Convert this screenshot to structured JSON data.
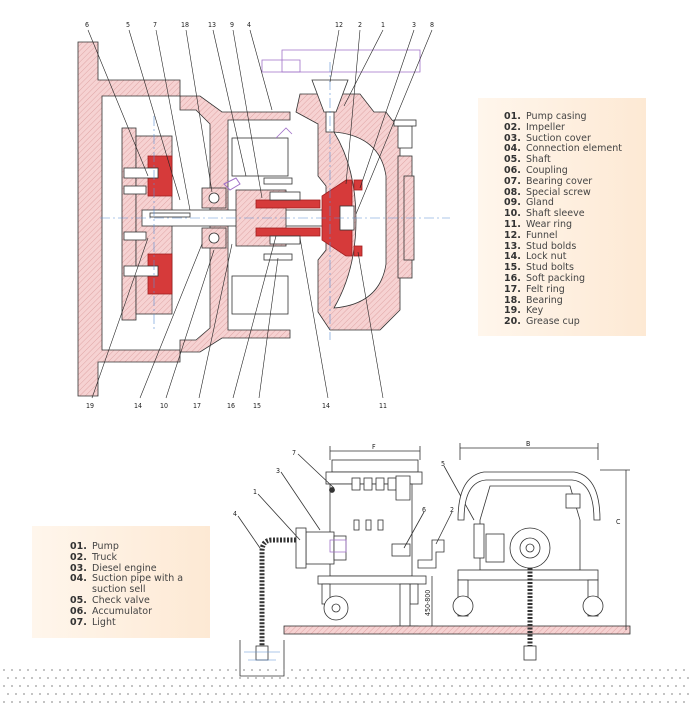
{
  "pump_section": {
    "callouts_top": [
      "6",
      "5",
      "7",
      "18",
      "13",
      "9",
      "4",
      "12",
      "2",
      "1",
      "3",
      "8"
    ],
    "callouts_bottom": [
      "19",
      "14",
      "10",
      "17",
      "16",
      "15",
      "14",
      "11"
    ],
    "legend": [
      {
        "num": "01.",
        "label": "Pump casing"
      },
      {
        "num": "02.",
        "label": "Impeller"
      },
      {
        "num": "03.",
        "label": "Suction cover"
      },
      {
        "num": "04.",
        "label": "Connection element"
      },
      {
        "num": "05.",
        "label": "Shaft"
      },
      {
        "num": "06.",
        "label": "Coupling"
      },
      {
        "num": "07.",
        "label": "Bearing cover"
      },
      {
        "num": "08.",
        "label": "Special screw"
      },
      {
        "num": "09.",
        "label": "Gland"
      },
      {
        "num": "10.",
        "label": "Shaft sleeve"
      },
      {
        "num": "11.",
        "label": "Wear ring"
      },
      {
        "num": "12.",
        "label": "Funnel"
      },
      {
        "num": "13.",
        "label": "Stud bolds"
      },
      {
        "num": "14.",
        "label": "Lock nut"
      },
      {
        "num": "15.",
        "label": "Stud bolts"
      },
      {
        "num": "16.",
        "label": "Soft packing"
      },
      {
        "num": "17.",
        "label": "Felt ring"
      },
      {
        "num": "18.",
        "label": "Bearing"
      },
      {
        "num": "19.",
        "label": "Key"
      },
      {
        "num": "20.",
        "label": "Grease cup"
      }
    ]
  },
  "truck_unit": {
    "callouts": [
      "7",
      "3",
      "1",
      "4",
      "6",
      "2",
      "5"
    ],
    "dimensions": {
      "width_label": "F",
      "depth_label": "B",
      "height_label": "C",
      "base_height": "450-800"
    },
    "legend": [
      {
        "num": "01.",
        "label": "Pump"
      },
      {
        "num": "02.",
        "label": "Truck"
      },
      {
        "num": "03.",
        "label": "Diesel engine"
      },
      {
        "num": "04.",
        "label": "Suction pipe with a suction sell"
      },
      {
        "num": "05.",
        "label": "Check valve"
      },
      {
        "num": "06.",
        "label": "Accumulator"
      },
      {
        "num": "07.",
        "label": "Light"
      }
    ]
  },
  "colors": {
    "section_fill": "#f4c8c8",
    "section_stroke": "#c98080",
    "highlight": "#e0303a",
    "accent_violet": "#a070c8",
    "line": "#333333",
    "centerline": "#5b8fd6",
    "legend_bg": "#fde9d4"
  }
}
